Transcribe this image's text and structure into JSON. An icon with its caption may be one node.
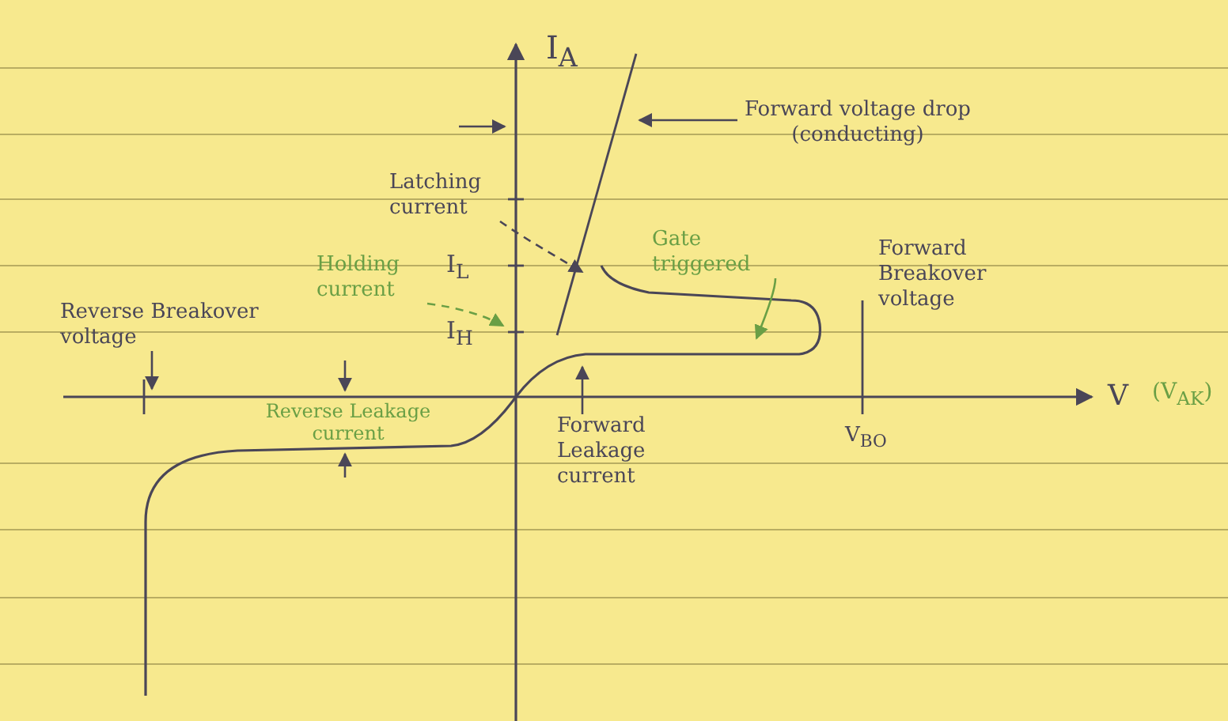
{
  "diagram": {
    "nodes": [
      {
        "text": [
          "Forward voltage drop (conducting)"
        ]
      },
      {
        "text": [
          "Latching current"
        ]
      },
      {
        "text": [
          "Holding current"
        ]
      },
      {
        "text": [
          "Gate triggered"
        ]
      },
      {
        "text": [
          "Reverse Breakover voltage"
        ]
      },
      {
        "text": [
          "Forward Leakage current"
        ]
      }
    ],
    "edges": [
      {
        "from": 0,
        "to": null,
        "arrow": "to"
      },
      {
        "from": 1,
        "to": null,
        "arrow": "to",
        "style": "dashed"
      },
      {
        "from": 2,
        "to": null,
        "arrow": "to",
        "style": "dashed"
      },
      {
        "from": 3,
        "to": null,
        "arrow": "to"
      },
      {
        "from": 4,
        "to": null,
        "arrow": "to"
      },
      {
        "from": 5,
        "to": null,
        "arrow": "to"
      }
    ],
    "labels": [
      "I$_{A}$",
      "I$_{L}$",
      "I$_{H}$",
      "Forward Breakover voltage",
      "Reverse Leakage current",
      "V",
      "(V$_{AK}$)",
      "V$_{BO}$"
    ]
  }
}
